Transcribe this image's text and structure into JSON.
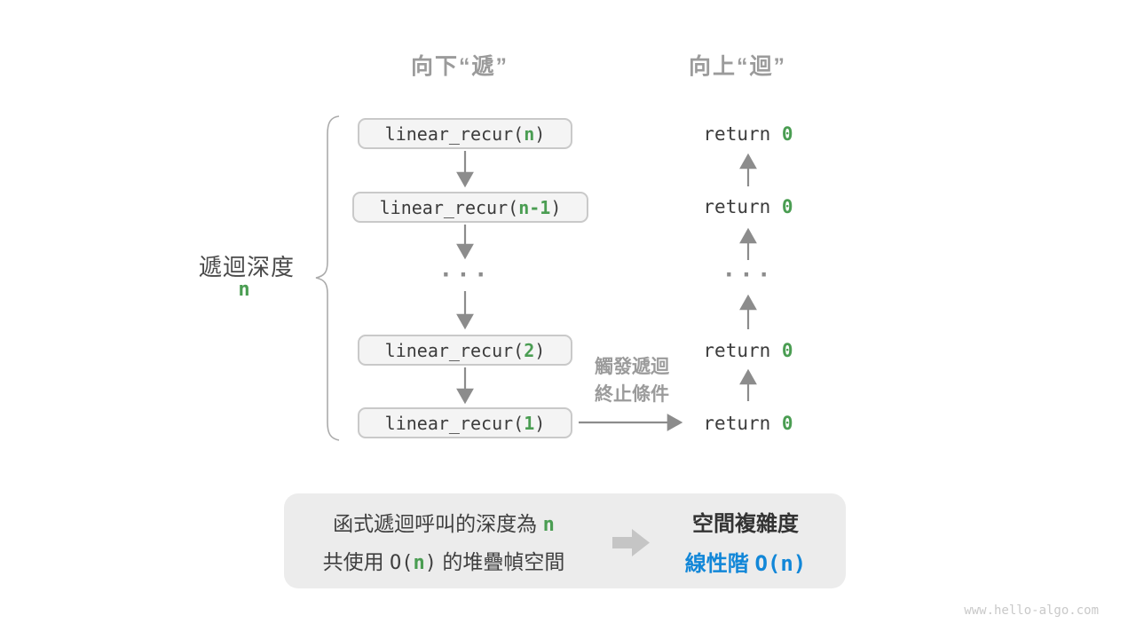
{
  "colors": {
    "green": "#4a9d52",
    "blue": "#1287d8",
    "header_gray": "#9b9b9b",
    "arrow_gray": "#8c8c8c",
    "code_text": "#3c3c3c",
    "box_fill": "#f4f4f4",
    "box_border": "#c9c9c9",
    "panel_bg": "#ececec"
  },
  "headers": {
    "downward": "向下“遞”",
    "upward": "向上“迴”"
  },
  "depth_label": {
    "text": "遞迴深度",
    "value": "n"
  },
  "call_boxes": [
    {
      "pre": "linear_recur(",
      "arg": "n",
      "post": ")"
    },
    {
      "pre": "linear_recur(",
      "arg": "n-1",
      "post": ")"
    },
    {
      "pre": "linear_recur(",
      "arg": "2",
      "post": ")"
    },
    {
      "pre": "linear_recur(",
      "arg": "1",
      "post": ")"
    }
  ],
  "ellipsis": "···",
  "returns": [
    {
      "pre": "return ",
      "val": "0"
    },
    {
      "pre": "return ",
      "val": "0"
    },
    {
      "pre": "return ",
      "val": "0"
    },
    {
      "pre": "return ",
      "val": "0"
    }
  ],
  "terminate_label": {
    "line1": "觸發遞迴",
    "line2": "終止條件"
  },
  "summary_panel": {
    "line1_text": "函式遞迴呼叫的深度為 ",
    "line1_value": "n",
    "line2_pre": "共使用 ",
    "line2_o_open": "O(",
    "line2_value": "n",
    "line2_o_close": ")",
    "line2_post": " 的堆疊幀空間",
    "result_title": "空間複雜度",
    "result_pre": "線性階 ",
    "result_value": "O(n)"
  },
  "watermark": "www.hello-algo.com"
}
